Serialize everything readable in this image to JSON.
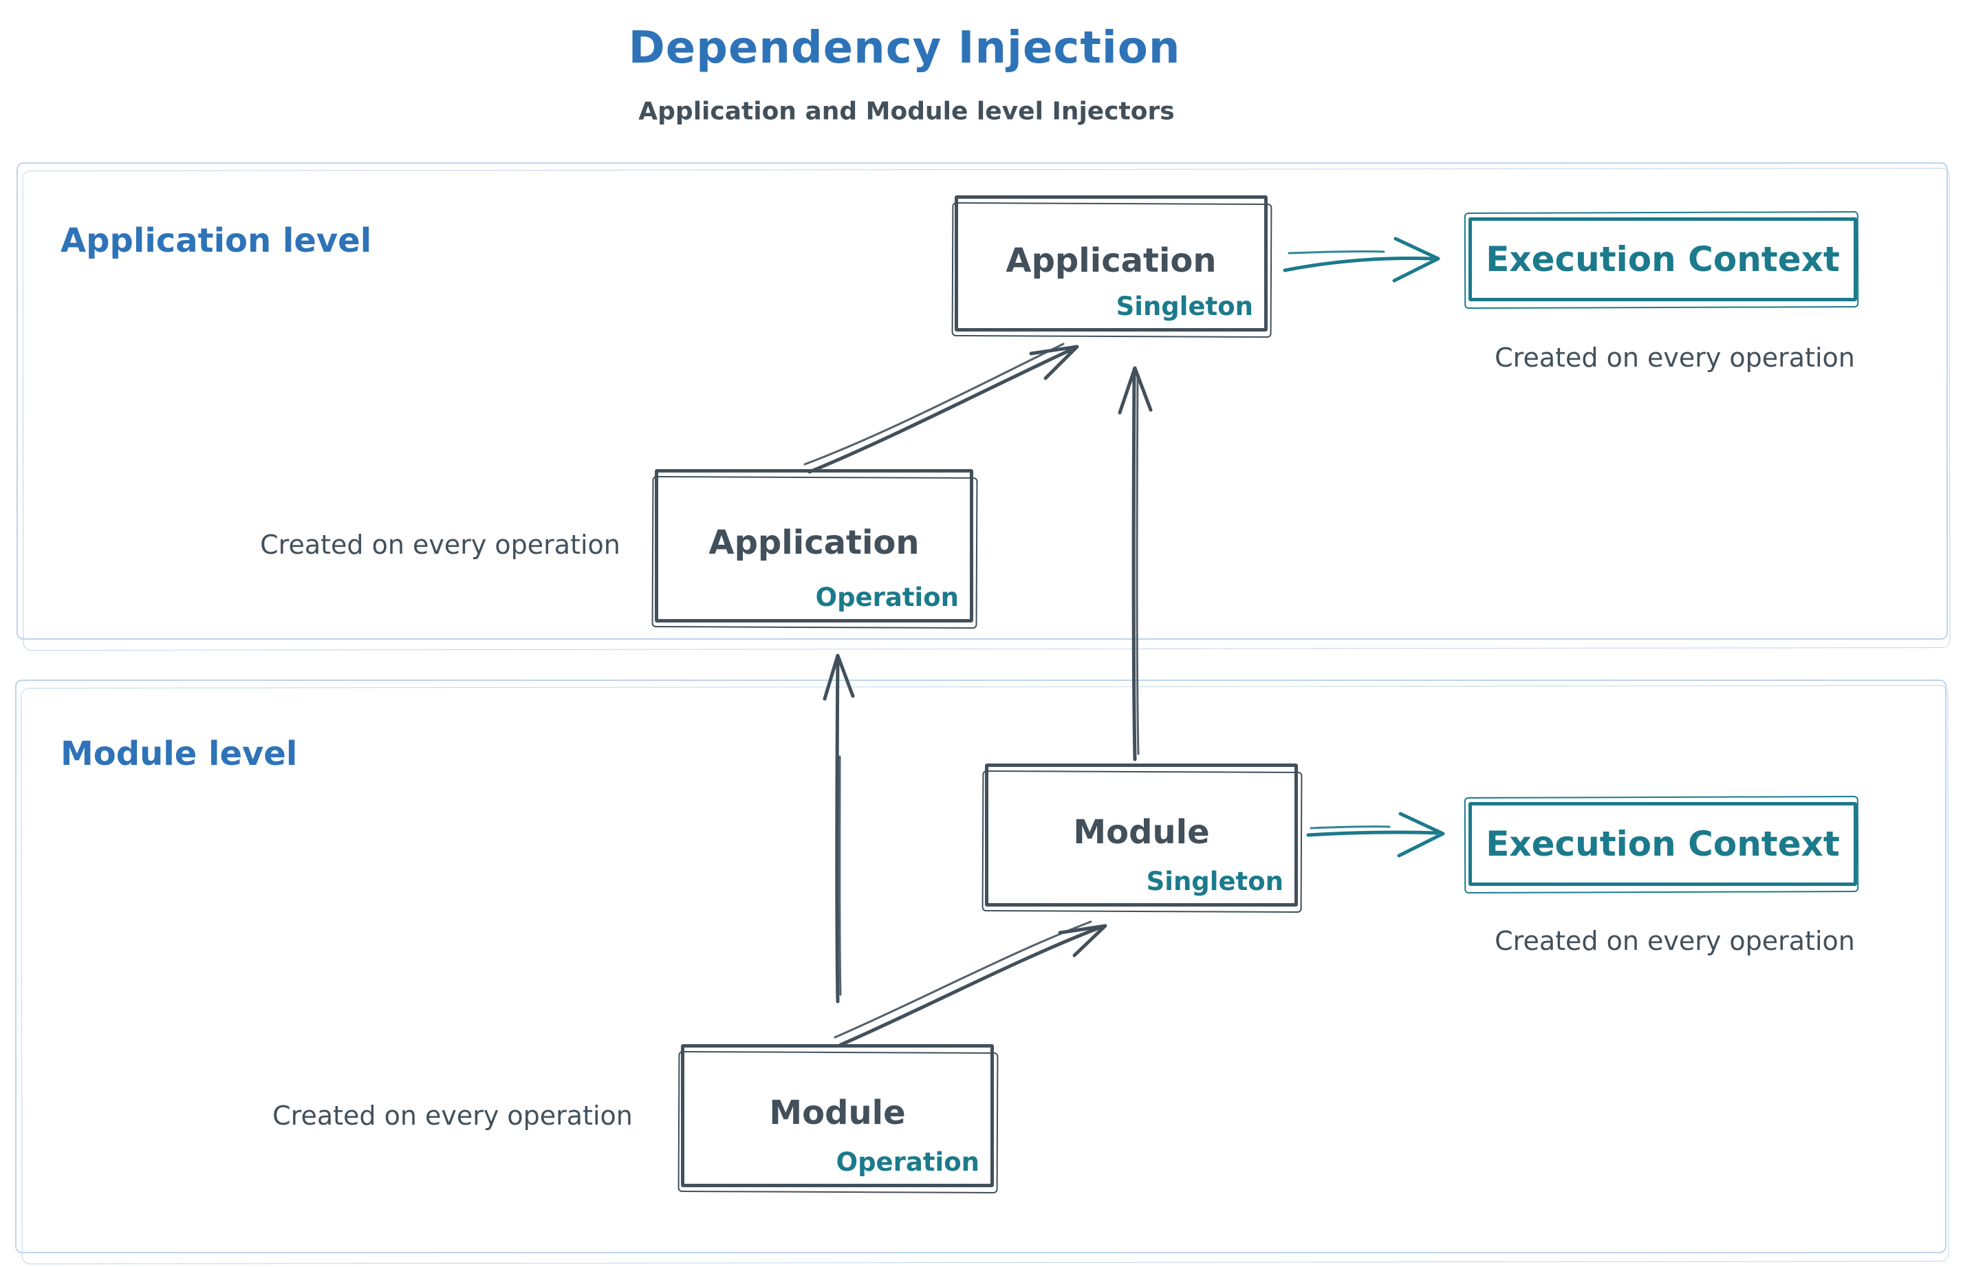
{
  "header": {
    "title": "Dependency Injection",
    "subtitle": "Application and Module level Injectors"
  },
  "sections": {
    "application": {
      "label": "Application level"
    },
    "module": {
      "label": "Module level"
    }
  },
  "boxes": {
    "app_singleton": {
      "label": "Application",
      "scope": "Singleton"
    },
    "app_operation": {
      "label": "Application",
      "scope": "Operation"
    },
    "module_singleton": {
      "label": "Module",
      "scope": "Singleton"
    },
    "module_operation": {
      "label": "Module",
      "scope": "Operation"
    },
    "exec_context_app": {
      "label": "Execution Context"
    },
    "exec_context_module": {
      "label": "Execution Context"
    }
  },
  "captions": {
    "app_operation": "Created on every operation",
    "app_exec": "Created on every operation",
    "module_operation": "Created on every operation",
    "module_exec": "Created on every operation"
  },
  "arrows": [
    {
      "id": "app-operation-to-app-singleton",
      "from": "Application Operation",
      "to": "Application Singleton",
      "color": "#42505b"
    },
    {
      "id": "module-singleton-to-app-singleton",
      "from": "Module Singleton",
      "to": "Application Singleton",
      "color": "#42505b"
    },
    {
      "id": "module-operation-to-app-operation",
      "from": "Module Operation",
      "to": "Application Operation",
      "color": "#42505b"
    },
    {
      "id": "module-operation-to-module-singleton",
      "from": "Module Operation",
      "to": "Module Singleton",
      "color": "#42505b"
    },
    {
      "id": "app-singleton-to-execution-context",
      "from": "Application Singleton",
      "to": "Execution Context (application)",
      "color": "#1b7a8c"
    },
    {
      "id": "module-singleton-to-execution-context",
      "from": "Module Singleton",
      "to": "Execution Context (module)",
      "color": "#1b7a8c"
    }
  ],
  "colors": {
    "ink": "#42505b",
    "teal": "#1b7a8c",
    "blue": "#2e73b8",
    "container_border": "#bed4ec",
    "background": "#ffffff"
  }
}
